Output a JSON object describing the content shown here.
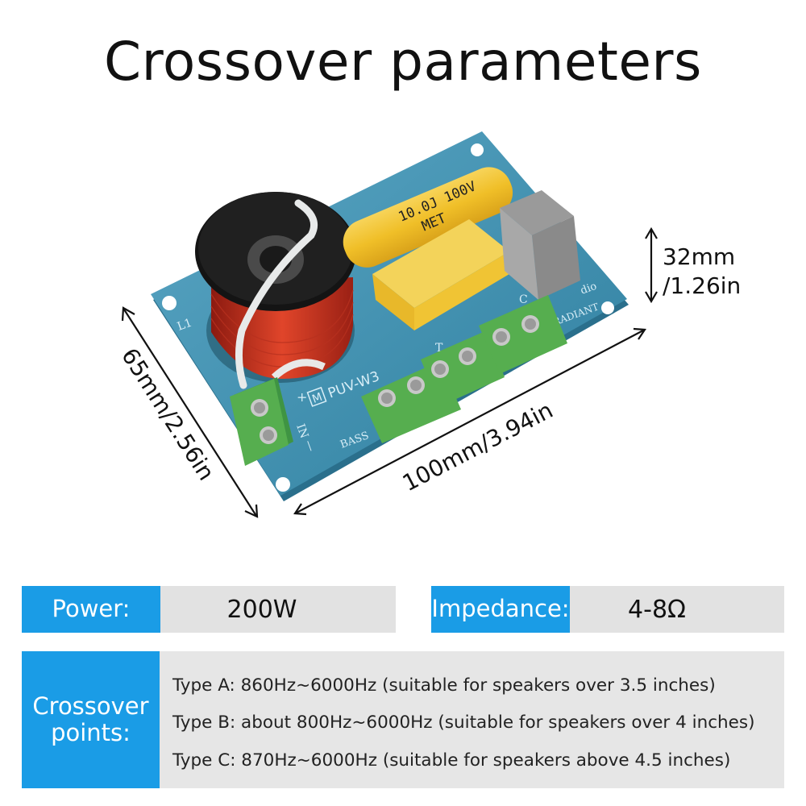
{
  "title": "Crossover parameters",
  "product": {
    "capacitor_marking_line1": "10.0J 100V",
    "capacitor_marking_line2": "MET",
    "model_marking": "PUV-W3",
    "model_logo_letter": "M",
    "board_label_l1": "L1",
    "board_label_bass": "BASS",
    "board_label_radiant": "RADIANT",
    "board_label_audio": "dio",
    "board_label_in": "IN",
    "board_label_plus": "+",
    "board_label_minus": "—",
    "board_label_t": "T",
    "board_label_c": "C"
  },
  "dimensions": {
    "height": "32mm",
    "height_in": "/1.26in",
    "width": "65mm/2.56in",
    "length": "100mm/3.94in"
  },
  "specs": {
    "power_label": "Power:",
    "power_value": "200W",
    "impedance_label": "Impedance:",
    "impedance_value": "4-8Ω",
    "crossover_label_line1": "Crossover",
    "crossover_label_line2": "points:",
    "crossover_points": [
      "Type A: 860Hz~6000Hz (suitable for speakers over 3.5 inches)",
      "Type B: about 800Hz~6000Hz (suitable for speakers over 4 inches)",
      "Type C: 870Hz~6000Hz (suitable for speakers above 4.5 inches)"
    ]
  },
  "colors": {
    "accent_blue": "#1a9ce6",
    "value_gray": "#e2e2e2",
    "pcb_blue": "#3f8fb0",
    "terminal_green": "#4fa84a",
    "capacitor_yellow": "#f2c230"
  }
}
